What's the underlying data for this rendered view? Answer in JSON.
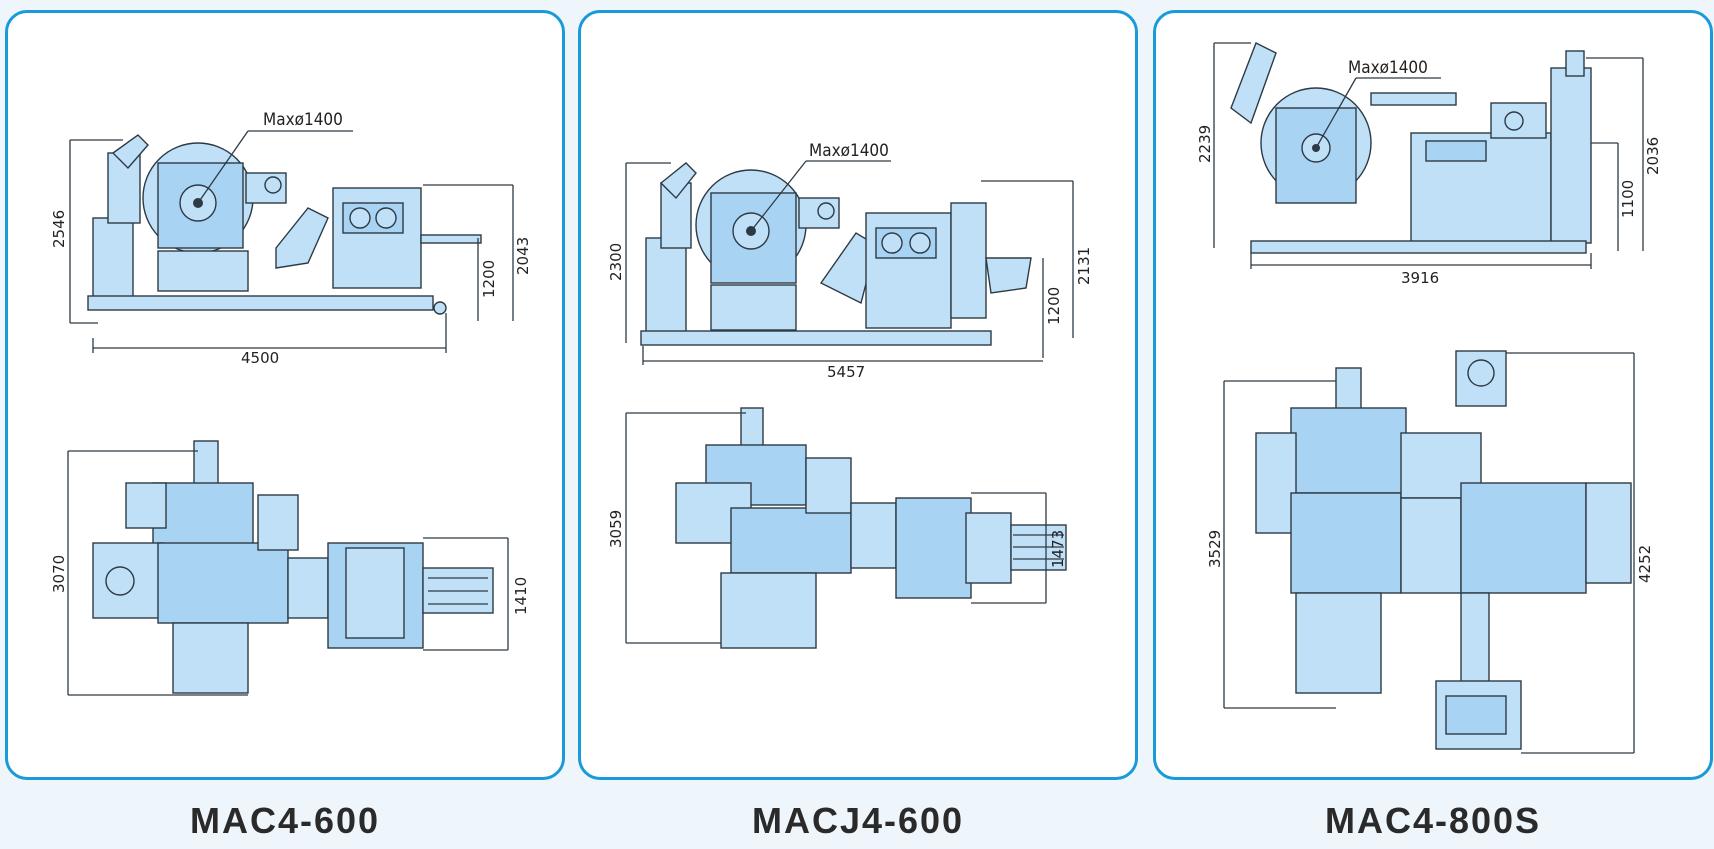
{
  "colors": {
    "background": "#eef5fb",
    "panel_border": "#1a9ad9",
    "machine_fill": "#bfe0f7",
    "caption": "#2a2a2a"
  },
  "panels": [
    {
      "caption": "MAC4-600",
      "side": {
        "max_label": "Maxø1400",
        "height_total": "2546",
        "height_right": "2043",
        "line_height": "1200",
        "length": "4500"
      },
      "top": {
        "depth": "3070",
        "width_right": "1410"
      }
    },
    {
      "caption": "MACJ4-600",
      "side": {
        "max_label": "Maxø1400",
        "height_total": "2300",
        "height_right": "2131",
        "line_height": "1200",
        "length": "5457"
      },
      "top": {
        "depth": "3059",
        "width_right": "1473"
      }
    },
    {
      "caption": "MAC4-800S",
      "side": {
        "max_label": "Maxø1400",
        "height_total": "2239",
        "height_right": "2036",
        "line_height": "1100",
        "length": "3916"
      },
      "top": {
        "depth": "3529",
        "width_right": "4252"
      }
    }
  ]
}
